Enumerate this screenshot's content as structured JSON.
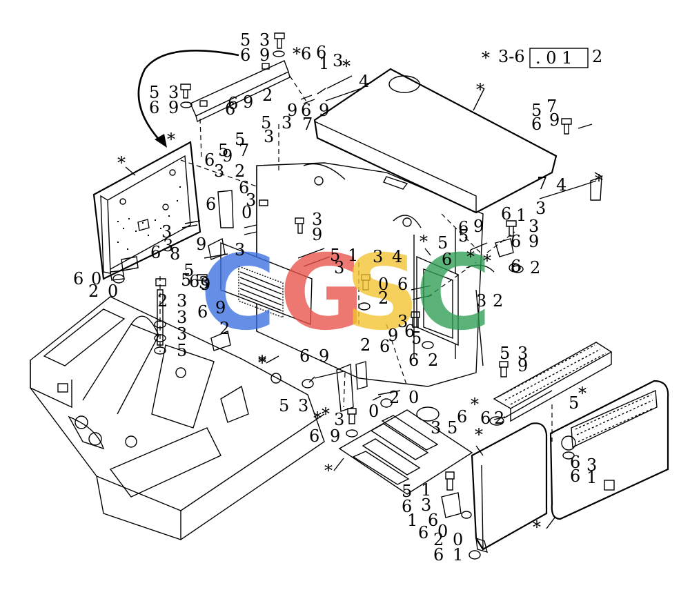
{
  "header_ref": {
    "star": "*",
    "code": "3-6",
    "box_text": ". 0 1",
    "suffix": "2"
  },
  "watermark": {
    "letters": [
      "C",
      "G",
      "S",
      "C"
    ],
    "colors": [
      "#3b6fe0",
      "#e8524a",
      "#f4c430",
      "#2f9e55"
    ]
  },
  "callouts": {
    "c01": "5",
    "c02": "3",
    "c03": "6",
    "c04": "9",
    "c05": "*6",
    "c06": "6",
    "c07": "1",
    "c08": "3",
    "c09": "*",
    "c10": "4",
    "c11": "*",
    "c12": "5",
    "c13": "3",
    "c14": "6",
    "c15": "9",
    "c16": "2",
    "c17": "9",
    "c18": "6",
    "c19": "9",
    "c20": "6",
    "c21": "7",
    "c22": "5",
    "c23": "3",
    "c24": "3",
    "c25": "9",
    "c26": "6",
    "c27": "5",
    "c28": "7",
    "c29": "5",
    "c30": "6",
    "c31": "9",
    "c32": "*",
    "c33": "*",
    "c34": "6",
    "c35": "5",
    "c36": "9",
    "c37": "3",
    "c38": "7",
    "c39": "2",
    "c40": "6",
    "c41": "3",
    "c42": "4",
    "c43": "*",
    "c44": "7",
    "c45": "3",
    "c46": "6",
    "c47": "0",
    "c48": "3",
    "c49": "9",
    "c50": "3",
    "c51": "9",
    "c52": "6",
    "c53": "1",
    "c54": "3",
    "c55": "6",
    "c56": "9",
    "c57": "6",
    "c58": "5",
    "c59": "9",
    "c60": "6",
    "c61": "2",
    "c62": "*",
    "c63": "*",
    "c64": "3",
    "c65": "8",
    "c66": "6",
    "c67": "0",
    "c68": "2",
    "c69": "0",
    "c70": "6",
    "c71": "5",
    "c72": "6",
    "c73": "3",
    "c74": "9",
    "c75": "5",
    "c76": "3",
    "c77": "2",
    "c78": "3",
    "c79": "3",
    "c80": "5",
    "c81": "9",
    "c82": "6",
    "c83": "2",
    "c84": "*",
    "c85": "3",
    "c86": "5",
    "c87": "1",
    "c88": "3",
    "c89": "3",
    "c90": "4",
    "c91": "0",
    "c92": "6",
    "c93": "2",
    "c94": "3",
    "c95": "2",
    "c96": "6",
    "c97": "5",
    "c98": "3",
    "c99": "2",
    "c100": "6",
    "c101": "9",
    "c102": "2",
    "c103": "6",
    "c104": "6",
    "c105": "*",
    "c106": "9",
    "c107": "3",
    "c108": "5",
    "c109": "*",
    "c110": "3",
    "c111": "0",
    "c112": "2",
    "c113": "0",
    "c114": "6",
    "c115": "3",
    "c116": "9",
    "c117": "6",
    "c118": "5",
    "c119": "*",
    "c120": "5",
    "c121": "3",
    "c122": "9",
    "c123": "5",
    "c124": "*",
    "c125": "6",
    "c126": "2",
    "c127": "*",
    "c128": "6",
    "c129": "3",
    "c130": "1",
    "c131": "6",
    "c132": "*",
    "c133": "5",
    "c134": "1",
    "c135": "6",
    "c136": "3",
    "c137": "1",
    "c138": "6",
    "c139": "6",
    "c140": "2",
    "c141": "0",
    "c142": "0",
    "c143": "6",
    "c144": "1",
    "c145": "*",
    "c146": "*",
    "c147": "*",
    "c148": "5",
    "c149": "6"
  }
}
